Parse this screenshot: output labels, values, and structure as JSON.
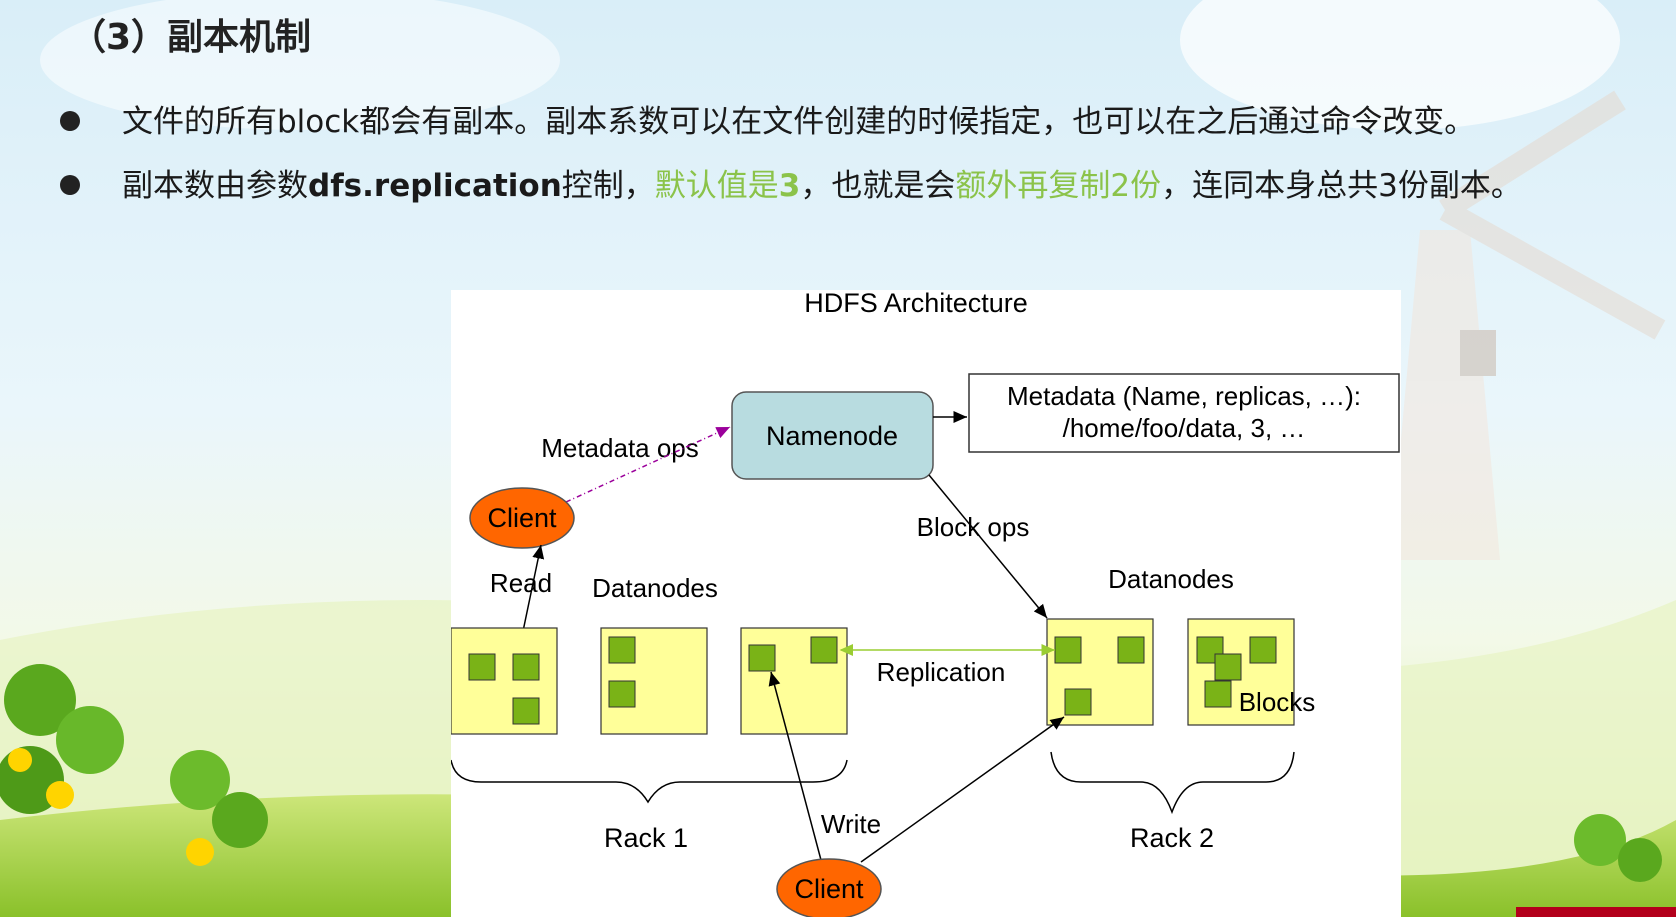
{
  "slide": {
    "title": "（3）副本机制",
    "bullets": [
      {
        "text": "文件的所有block都会有副本。副本系数可以在文件创建的时候指定，也可以在之后通过命令改变。"
      },
      {
        "part1": "副本数由参数",
        "part2_bold": "dfs.replication",
        "part3": "控制，",
        "part4_green": "默认值是",
        "part5_green_bold": "3",
        "part6": "，也就是会",
        "part7_green": "额外再复制2份",
        "part8": "，连同本身总共3份副本。"
      }
    ],
    "colors": {
      "highlight": "#8bc34a",
      "text": "#1a1a1a"
    }
  },
  "diagram": {
    "title": "HDFS Architecture",
    "namenode": "Namenode",
    "metadata_line1": "Metadata (Name, replicas, …):",
    "metadata_line2": "/home/foo/data, 3, …",
    "metadata_ops": "Metadata ops",
    "client_top": "Client",
    "client_bottom": "Client",
    "read": "Read",
    "write": "Write",
    "block_ops": "Block ops",
    "datanodes_left": "Datanodes",
    "datanodes_right": "Datanodes",
    "replication": "Replication",
    "blocks": "Blocks",
    "rack1": "Rack 1",
    "rack2": "Rack 2",
    "colors": {
      "namenode_fill": "#b8dce0",
      "client_fill": "#ff6600",
      "datanode_fill": "#ffff99",
      "block_fill": "#7ab317",
      "metadata_arrow": "#9b009b",
      "replication_arrow": "#9acd32"
    }
  }
}
